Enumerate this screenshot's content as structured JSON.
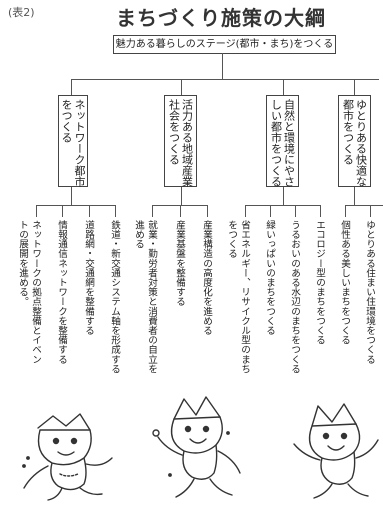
{
  "header": {
    "table_label": "(表2)",
    "title": "まちづくり施策の大綱"
  },
  "root": {
    "label": "魅力ある暮らしのステージ(都市・まち)をつくる"
  },
  "categories": [
    {
      "lines": [
        "ネットワーク都市",
        "をつくる"
      ],
      "items": [
        [
          "鉄道・新交通システム軸を形成する"
        ],
        [
          "道路網・交通網を整備する"
        ],
        [
          "情報通信ネットワークを整備する"
        ],
        [
          "ネットワークの拠点整備とイベン",
          "トの展開を進める。"
        ]
      ]
    },
    {
      "lines": [
        "活力ある地域産業",
        "社会をつくる"
      ],
      "items": [
        [
          "産業構造の高度化を進める"
        ],
        [
          "産業基盤を整備する"
        ],
        [
          "就業・勤労者対策と消費者の自立を",
          "進める"
        ]
      ]
    },
    {
      "lines": [
        "自然と環境にやさ",
        "しい都市をつくる"
      ],
      "items": [
        [
          "エコロジー型のまちをつくる"
        ],
        [
          "うるおいのある水辺のまちをつくる"
        ],
        [
          "緑いっぱいのまちをつくる"
        ],
        [
          "省エネルギー、リサイクル型のまち",
          "をつくる"
        ]
      ]
    },
    {
      "lines": [
        "ゆとりある快適な",
        "都市をつくる"
      ],
      "items": [
        [
          "ゆとりある住まい住環境をつくる"
        ],
        [
          "個性ある美しいまちをつくる"
        ]
      ]
    }
  ],
  "mascots": [
    {
      "icon": "mascot-flying-icon"
    },
    {
      "icon": "mascot-dancing-icon"
    },
    {
      "icon": "mascot-waving-icon"
    }
  ]
}
